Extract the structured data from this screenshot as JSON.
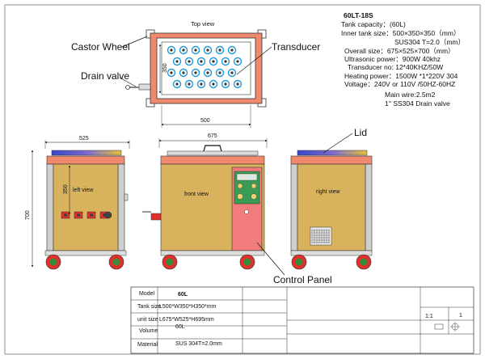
{
  "model_title": "60LT-18S",
  "specs": [
    "Tank capacity：(60L)",
    "Inner tank size：500×350×350（mm）",
    "SUS304 T=2.0（mm）",
    "Overall size：675×525×700（mm）",
    "Ultrasonic power：900W  40khz",
    "Transducer no:  12*40KHZ/50W",
    "Heating power：1500W *1*220V 304",
    "Voltage：240V or 110V /50HZ-60HZ",
    "Main wire:2.5m2",
    "1'' SS304 Drain valve"
  ],
  "labels": {
    "top_view": "Top view",
    "castor_wheel": "Castor Wheel",
    "transducer": "Transducer",
    "drain_valve": "Drain valve",
    "lid": "Lid",
    "left_view": "left view",
    "front_view": "front view",
    "right_view": "right view",
    "control_panel": "Control Panel"
  },
  "dimensions": {
    "top_width": "500",
    "top_height": "350",
    "left_width": "525",
    "front_width": "675",
    "overall_height": "700",
    "tank_height": "350"
  },
  "title_block": {
    "rows": [
      {
        "label": "Model",
        "value": "60L"
      },
      {
        "label": "Tank size",
        "value": "L500*W350*H350*mm"
      },
      {
        "label": "unit size",
        "value": "L675*W525*H695mm"
      },
      {
        "label": "Volume",
        "value": "60L"
      },
      {
        "label": "Material",
        "value": "SUS 304T=2.0mm"
      }
    ],
    "scale": "1:1",
    "sheet": "1"
  },
  "colors": {
    "frame_red": "#f08a6e",
    "body_tan": "#d9b25e",
    "panel_pink": "#f27b7b",
    "steel": "#c8c8c8",
    "wheel_red": "#e0302a",
    "wheel_green": "#3b8a3b",
    "transducer_blue": "#1f9ad6"
  }
}
